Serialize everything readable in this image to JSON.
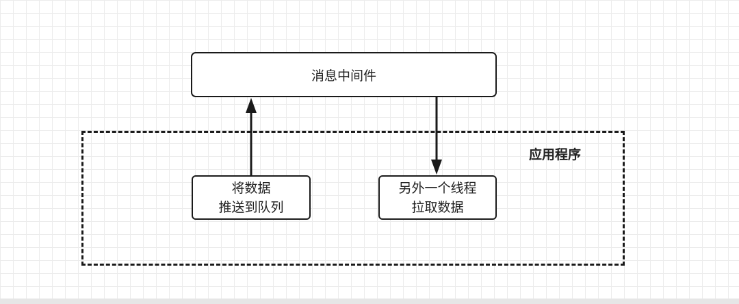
{
  "diagram": {
    "message_middleware": "消息中间件",
    "application_region_label": "应用程序",
    "push_node": {
      "line1": "将数据",
      "line2": "推送到队列"
    },
    "pull_node": {
      "line1": "另外一个线程",
      "line2": "拉取数据"
    }
  },
  "colors": {
    "stroke": "#1a1a1a",
    "grid": "#ececec",
    "background": "#ffffff"
  }
}
